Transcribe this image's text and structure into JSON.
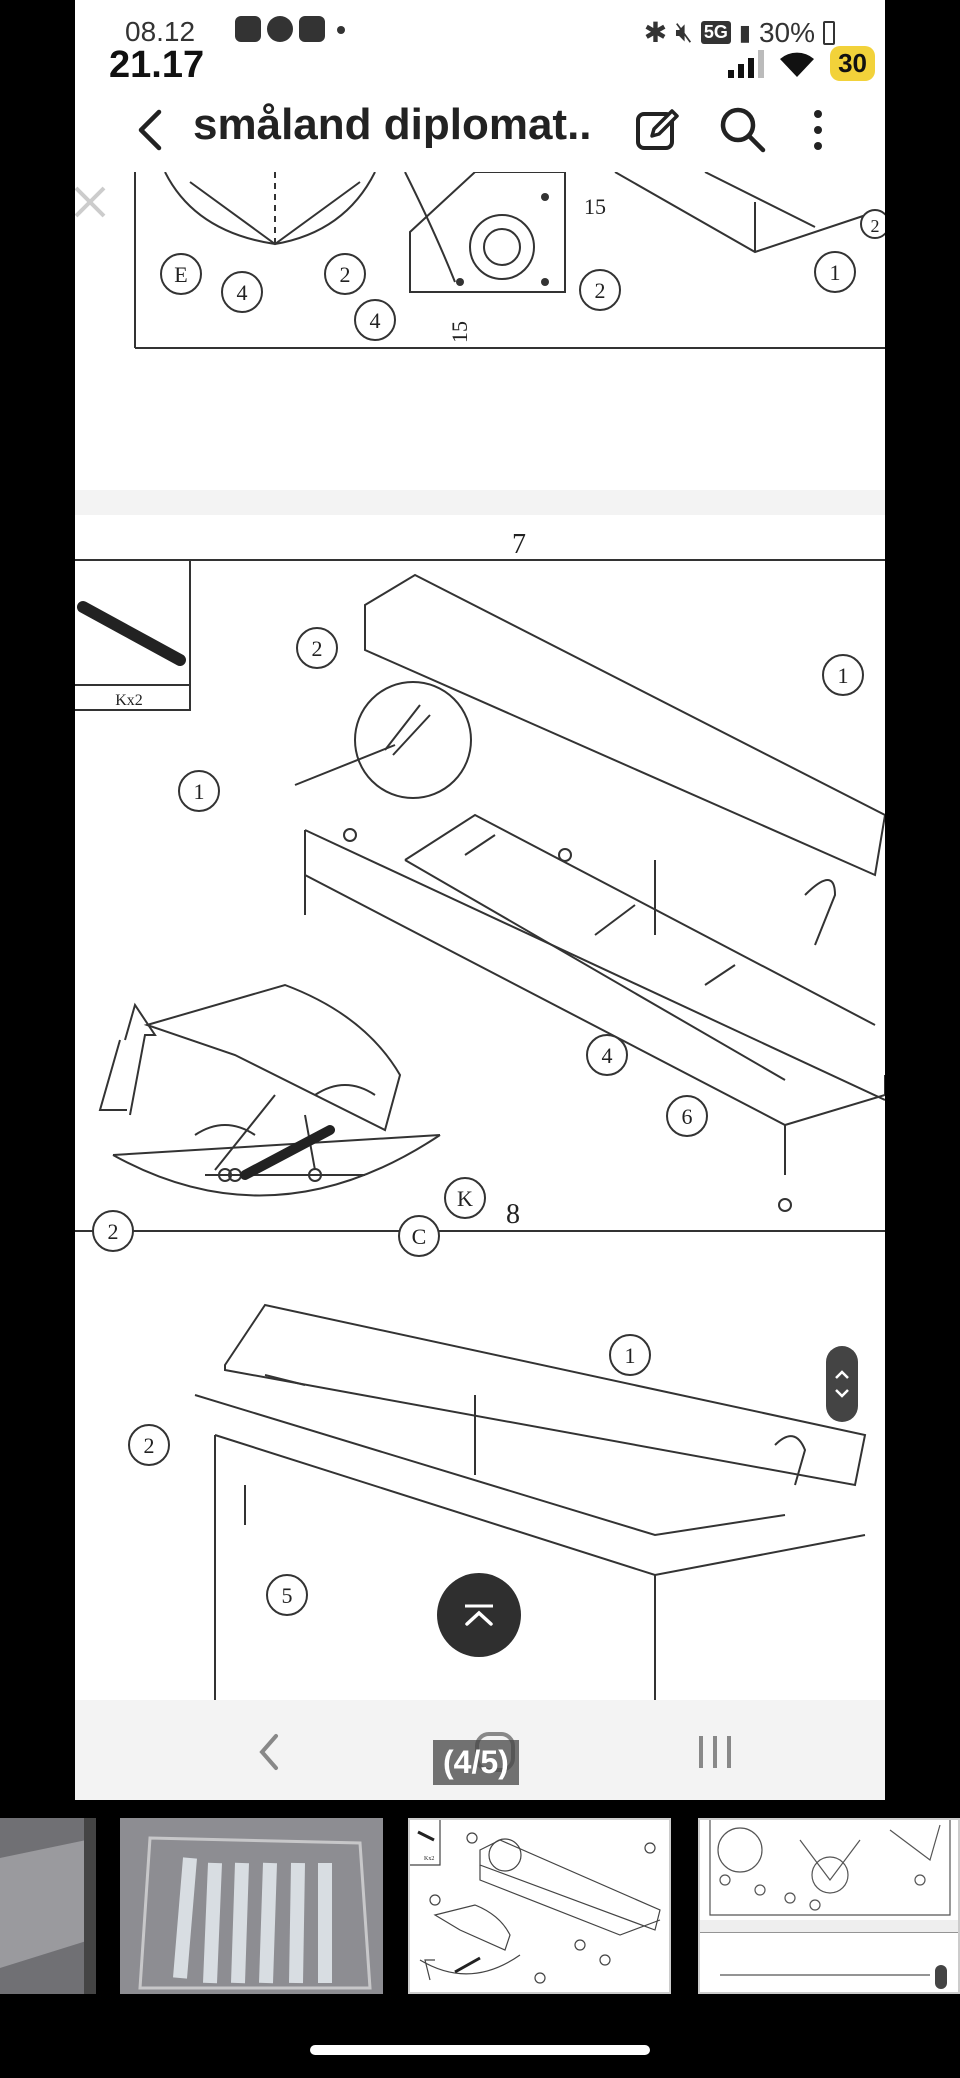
{
  "status": {
    "date": "08.12",
    "time": "21.17",
    "network": "5G",
    "battery": "30%",
    "battery_badge": "30"
  },
  "appbar": {
    "title": "småland diplomat..."
  },
  "diagram_prev": {
    "labels": [
      "E",
      "4",
      "2",
      "15",
      "2",
      "4",
      "15",
      "1",
      "2"
    ]
  },
  "diagram_7": {
    "page_number": "7",
    "kit_label": "Kx2",
    "labels": [
      "2",
      "1",
      "1",
      "4",
      "6",
      "2",
      "K",
      "C"
    ]
  },
  "diagram_8": {
    "page_number": "8",
    "labels": [
      "1",
      "2",
      "5"
    ]
  },
  "viewer": {
    "page_indicator": "(4/5)"
  },
  "thumb_labels": [
    "Kx2"
  ]
}
